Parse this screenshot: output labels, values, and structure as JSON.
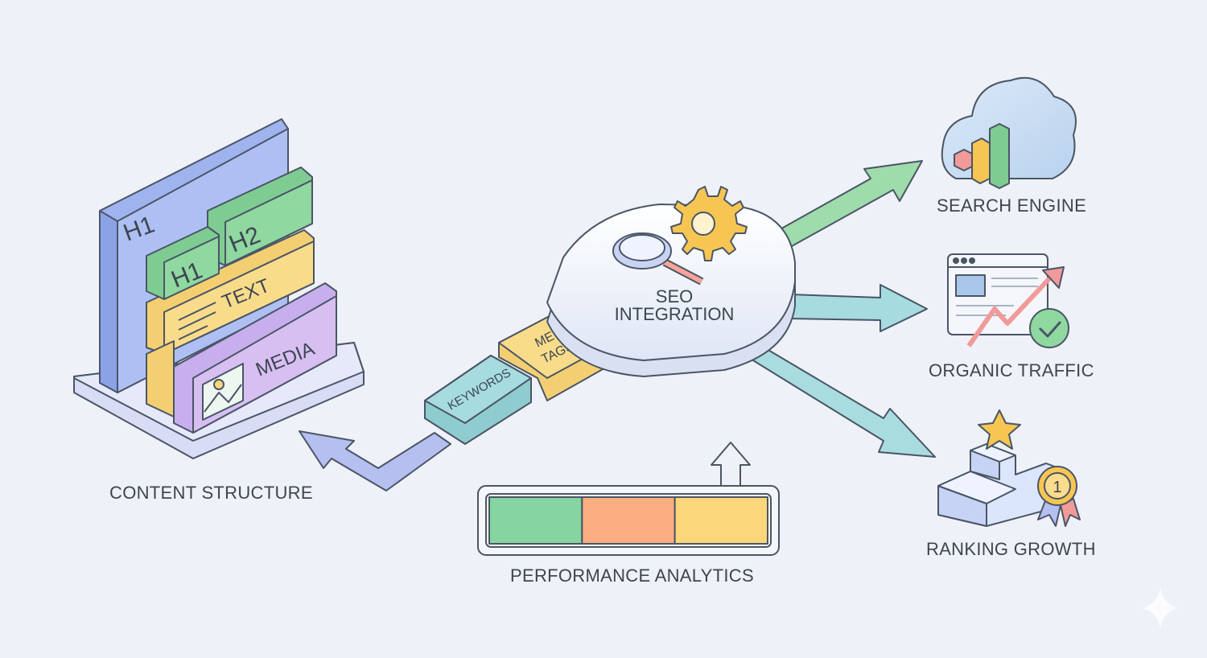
{
  "diagram": {
    "hub": {
      "line1": "SEO",
      "line2": "INTEGRATION"
    },
    "content_structure": {
      "label": "CONTENT STRUCTURE",
      "blocks": {
        "h1_back": "H1",
        "h1": "H1",
        "h2": "H2",
        "text": "TEXT",
        "media": "MEDIA"
      }
    },
    "inputs": {
      "keywords": "KEYWORDS",
      "meta_line1": "META",
      "meta_line2": "TAGS"
    },
    "outputs": {
      "search_engine": "SEARCH ENGINE",
      "organic_traffic": "ORGANIC TRAFFIC",
      "ranking_growth": "RANKING GROWTH"
    },
    "analytics": {
      "label": "PERFORMANCE ANALYTICS",
      "segments": [
        "#86d4a0",
        "#fbae82",
        "#fcd77a"
      ]
    },
    "badge_number": "1",
    "colors": {
      "blue": "#a9bdf2",
      "green": "#8fd8a0",
      "yellow": "#f9dc8a",
      "purple": "#d7bff2",
      "teal": "#a6dce0",
      "outline": "#4a5566"
    }
  }
}
